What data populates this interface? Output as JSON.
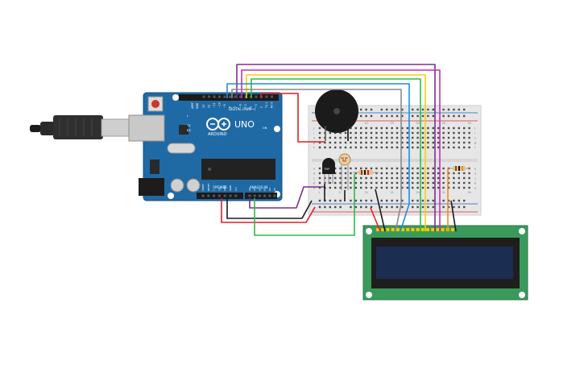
{
  "board": {
    "brand": "ARDUINO",
    "model": "UNO",
    "digital_label": "DIGITAL (PWM~)",
    "power_label": "POWER",
    "analog_label": "ANALOG IN",
    "aref": "AREF",
    "gnd": "GND",
    "tx": "TX",
    "rx": "RX",
    "l_led": "L",
    "on_led": "ON",
    "digital_pins": [
      "13",
      "12",
      "~11",
      "~10",
      "~9",
      "8",
      "7",
      "~6",
      "~5",
      "4",
      "~3",
      "2",
      "TX 1",
      "RX 0"
    ],
    "power_pins": [
      "IOREF",
      "RESET",
      "3.3V",
      "5V",
      "GND",
      "GND",
      "Vin"
    ],
    "analog_pins": [
      "A0",
      "A1",
      "A2",
      "A3",
      "A4",
      "A5"
    ]
  },
  "breadboard": {
    "row_letters_top": [
      "j",
      "i",
      "h",
      "g",
      "f"
    ],
    "row_letters_bottom": [
      "e",
      "d",
      "c",
      "b",
      "a"
    ],
    "column_numbers": [
      "1",
      "5",
      "10",
      "15",
      "20",
      "25",
      "30"
    ]
  },
  "sensor": {
    "label": "TMP"
  },
  "wire_colors": {
    "red": "#e21f26",
    "black": "#1a1a1a",
    "purple": "#7b2d8e",
    "green": "#2dbb4a",
    "yellow": "#f2d400",
    "magenta": "#c52db8",
    "blue": "#1f8fd6",
    "gray": "#8a8a8a",
    "orange": "#f28c1e"
  }
}
